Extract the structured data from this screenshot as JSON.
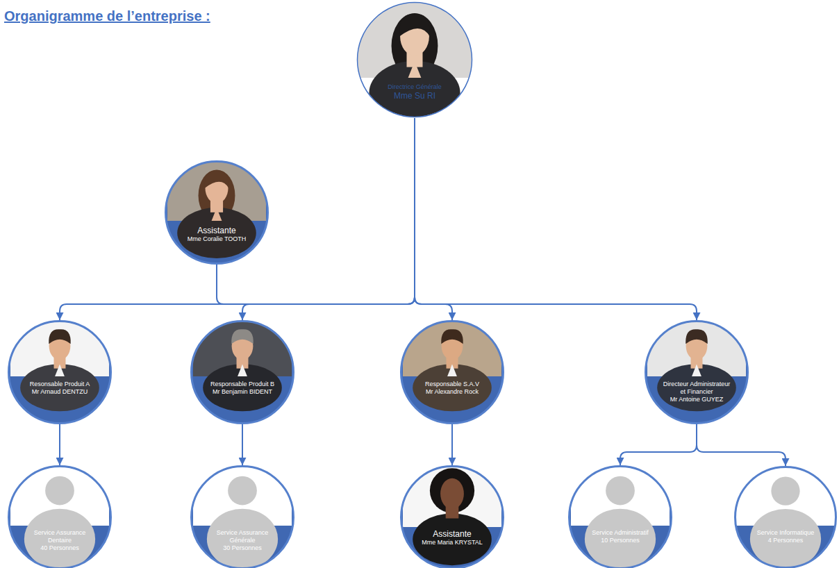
{
  "diagram": {
    "title": "Organigramme de l’entreprise :",
    "nodes": [
      {
        "text": [
          "Directrice Générale",
          "Mme Su RI"
        ]
      },
      {
        "text": [
          "Assistante",
          "Mme Coralie TOOTH"
        ]
      },
      {
        "text": [
          "Resonsable Produit A",
          "Mr Arnaud DENTZU"
        ]
      },
      {
        "text": [
          "Responsable Produit B",
          "Mr Benjamin BIDENT"
        ]
      },
      {
        "text": [
          "Responsable S.A.V",
          "Mr Alexandre Rock"
        ]
      },
      {
        "text": [
          "Directeur Administrateur et Financier",
          "Mr Antoine GUYEZ"
        ]
      },
      {
        "text": [
          "Service Assurance Dentaire",
          "40 Personnes"
        ]
      },
      {
        "text": [
          "Service Assurance Générale",
          "30 Personnes"
        ]
      },
      {
        "text": [
          "Assistante",
          "Mme Maria KRYSTAL"
        ]
      },
      {
        "text": [
          "Service Administratif",
          "10 Personnes"
        ]
      },
      {
        "text": [
          "Service Informatique",
          "4 Personnes"
        ]
      }
    ],
    "edges": [
      {
        "from": 0,
        "to": 1,
        "arrow": "to"
      },
      {
        "from": 0,
        "to": 2,
        "arrow": "to"
      },
      {
        "from": 0,
        "to": 3,
        "arrow": "to"
      },
      {
        "from": 0,
        "to": 4,
        "arrow": "to"
      },
      {
        "from": 0,
        "to": 5,
        "arrow": "to"
      },
      {
        "from": 2,
        "to": 6,
        "arrow": "to"
      },
      {
        "from": 3,
        "to": 7,
        "arrow": "to"
      },
      {
        "from": 4,
        "to": 8,
        "arrow": "to"
      },
      {
        "from": 5,
        "to": 9,
        "arrow": "to"
      },
      {
        "from": 5,
        "to": 10,
        "arrow": "to"
      }
    ]
  }
}
